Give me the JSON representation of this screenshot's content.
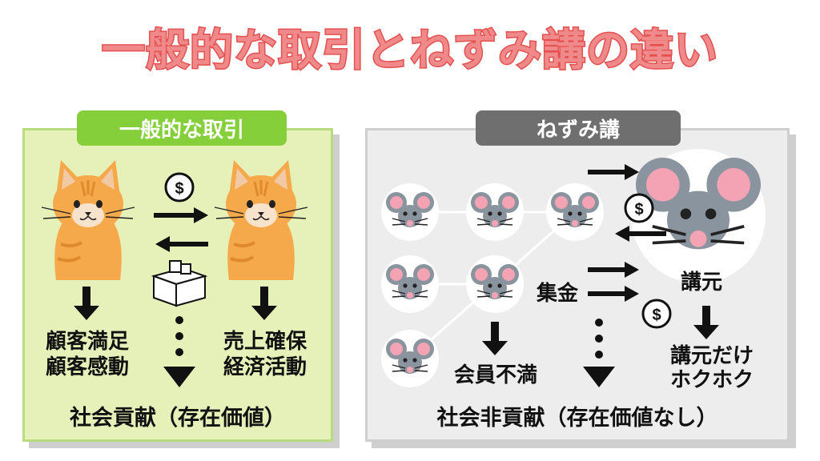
{
  "title": "一般的な取引とねずみ講の違い",
  "left_panel": {
    "tag": "一般的な取引",
    "buyer_benefit": [
      "顧客満足",
      "顧客感動"
    ],
    "seller_benefit": [
      "売上確保",
      "経済活動"
    ],
    "conclusion": "社会貢献（存在価値）",
    "money_symbol": "$"
  },
  "right_panel": {
    "tag": "ねずみ講",
    "collection_label": "集金",
    "top_label": "講元",
    "top_result": [
      "講元だけ",
      "ホクホク"
    ],
    "member_result": "会員不満",
    "conclusion": "社会非貢献（存在価値なし）",
    "money_symbol": "$"
  },
  "colors": {
    "title_fill": "#f08a8a",
    "title_stroke": "#e45050",
    "left_tag": "#84cf3a",
    "left_bg": "#e6f0b9",
    "right_tag": "#6f6f6f",
    "right_bg": "#ededed",
    "cat": "#f5a94a",
    "mouse": "#8a949e"
  }
}
